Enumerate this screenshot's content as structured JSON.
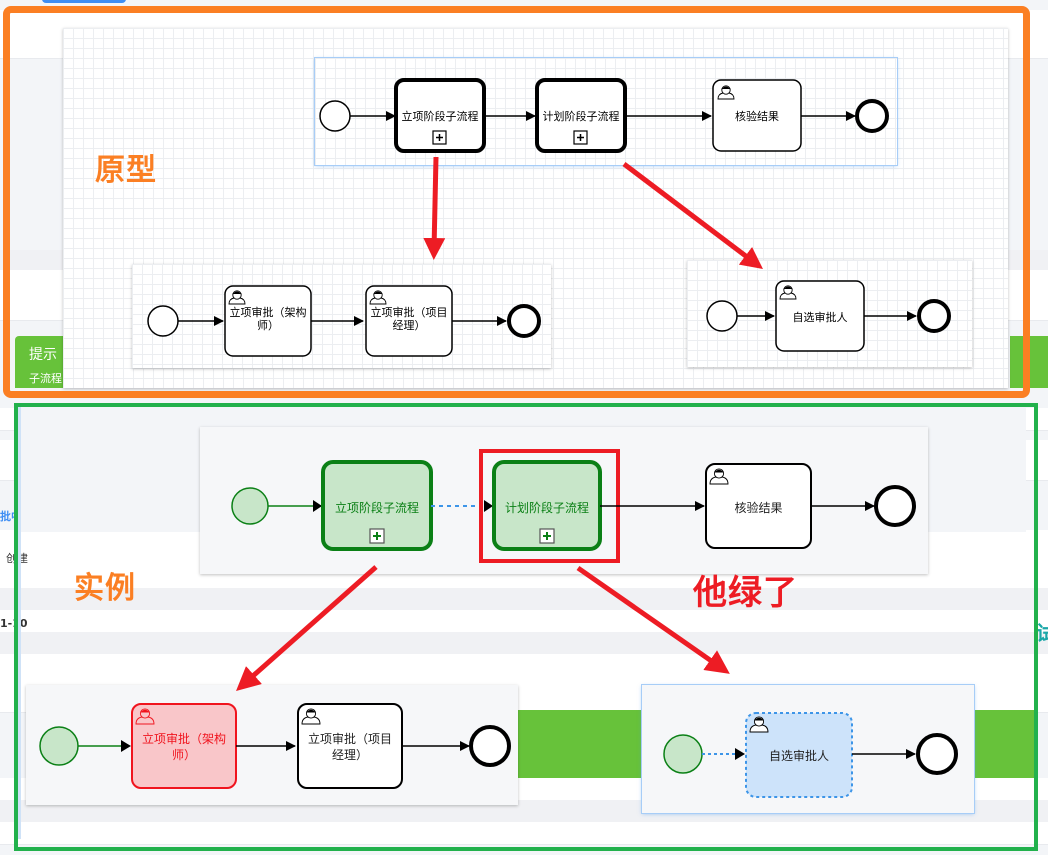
{
  "background_ui": {
    "hint_title": "提示",
    "hint_subtitle": "子流程",
    "status_fragment": "批中",
    "create_fragment": "创建",
    "date_fragment": "1-10",
    "right_fragment": "试"
  },
  "annotations": {
    "prototype_label": "原型",
    "instance_label": "实例",
    "note_label": "他绿了",
    "frame_colors": {
      "prototype": "#fb7f23",
      "instance": "#22b14c",
      "highlight": "#ed1c24"
    }
  },
  "prototype": {
    "main_process": {
      "subprocess_1": "立项阶段子流程",
      "subprocess_2": "计划阶段子流程",
      "task_verify": "核验结果"
    },
    "subprocess_1_detail": {
      "task_1": "立项审批（架构",
      "task_1_line2": "师）",
      "task_2": "立项审批（项目",
      "task_2_line2": "经理）"
    },
    "subprocess_2_detail": {
      "task_1": "自选审批人"
    }
  },
  "instance": {
    "main_process": {
      "subprocess_1": "立项阶段子流程",
      "subprocess_1_state": "completed",
      "subprocess_2": "计划阶段子流程",
      "subprocess_2_state": "completed",
      "task_verify": "核验结果",
      "task_verify_state": "pending"
    },
    "subprocess_1_detail": {
      "task_1": "立项审批（架构",
      "task_1_line2": "师）",
      "task_1_state": "rejected",
      "task_2": "立项审批（项目",
      "task_2_line2": "经理）",
      "task_2_state": "pending"
    },
    "subprocess_2_detail": {
      "task_1": "自选审批人",
      "task_1_state": "active"
    },
    "state_colors": {
      "completed_fill": "#c8e6c9",
      "completed_stroke": "#0b8016",
      "rejected_fill": "#f9c6c9",
      "rejected_stroke": "#f0141e",
      "active_fill": "#cde3fa",
      "active_stroke": "#3d95e8"
    }
  }
}
